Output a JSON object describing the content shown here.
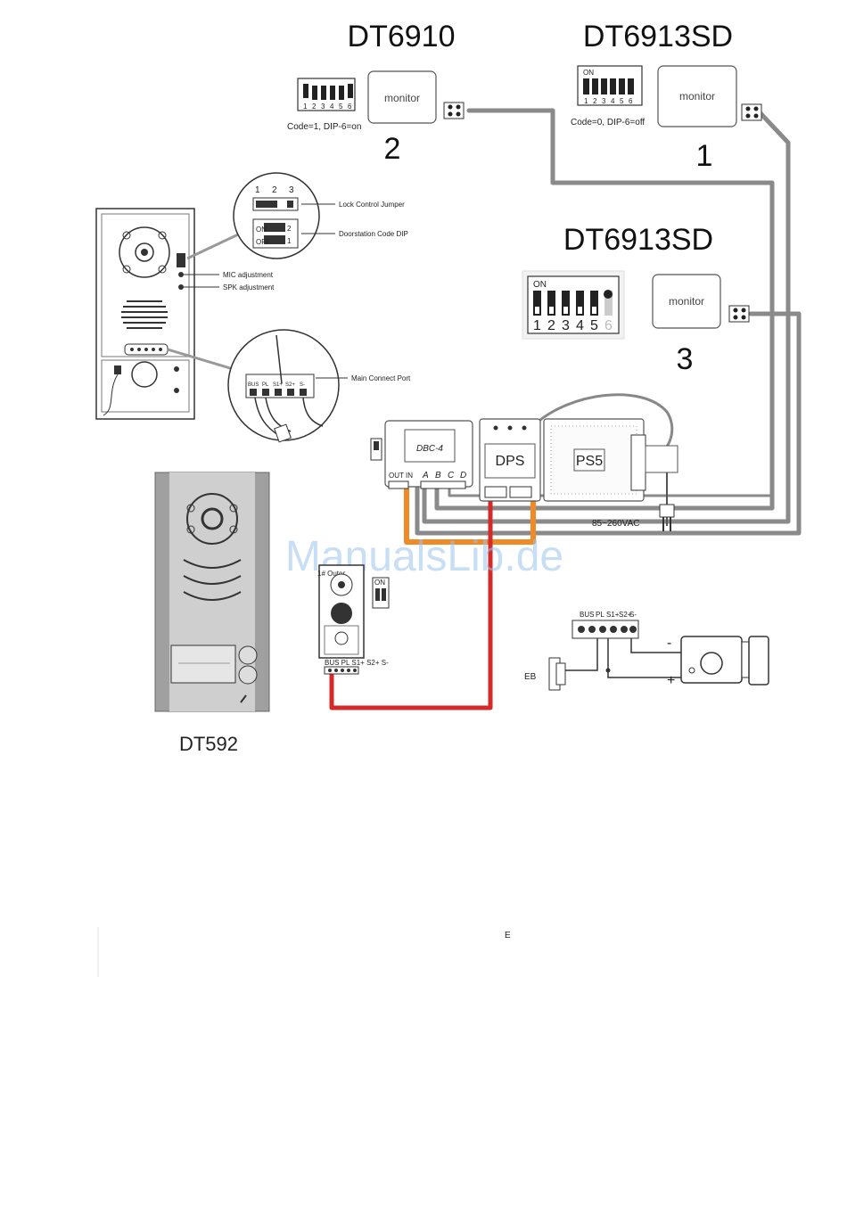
{
  "monitors": [
    {
      "model": "DT6910",
      "label": "monitor",
      "number": "2",
      "code_note": "Code=1, DIP-6=on",
      "dip_numbers": [
        "1",
        "2",
        "3",
        "4",
        "5",
        "6"
      ]
    },
    {
      "model": "DT6913SD",
      "label": "monitor",
      "number": "1",
      "code_note": "Code=0, DIP-6=off",
      "dip_on": "ON",
      "dip_numbers": [
        "1",
        "2",
        "3",
        "4",
        "5",
        "6"
      ]
    },
    {
      "model": "DT6913SD",
      "label": "monitor",
      "number": "3",
      "dip_on": "ON",
      "dip_numbers": [
        "1",
        "2",
        "3",
        "4",
        "5",
        "6"
      ]
    }
  ],
  "callouts": {
    "jumper_numbers": [
      "1",
      "2",
      "3"
    ],
    "lock_control_jumper": "Lock Control Jumper",
    "door_station_code_dip": "Doorstation Code DIP",
    "mic_adjustment": "MIC adjustment",
    "spk_adjustment": "SPK adjustment",
    "main_connect_port": "Main Connect Port",
    "port_terminals": [
      "BUS",
      "PL",
      "S1+",
      "S2+",
      "S-"
    ],
    "dip_on_off": [
      "ON",
      "OFF"
    ],
    "dip_two": "2",
    "dip_one": "1"
  },
  "distributor": {
    "dbc_label": "DBC-4",
    "out_in": "OUT IN",
    "ports": [
      "A",
      "B",
      "C",
      "D"
    ],
    "dps_label": "DPS",
    "ps5_label": "PS5",
    "mains_label": "85~260VAC"
  },
  "second_station": {
    "label": "1# Outer",
    "dip_label": "ON",
    "terminal_label": "BUS PL S1+ S2+ S-"
  },
  "lock": {
    "terminals": [
      "BUS",
      "PL",
      "S1+",
      "S2+",
      "S-"
    ],
    "minus": "-",
    "plus": "+",
    "eb_label": "EB"
  },
  "outdoor_model": "DT592",
  "watermark": "ManualsLib.de",
  "stray_marks": {
    "e_mark": "E"
  },
  "colors": {
    "cable_gray": "#8a8a8a",
    "cable_orange": "#f08a24",
    "cable_red": "#d42a2a",
    "watermark": "#9cc4ee"
  }
}
